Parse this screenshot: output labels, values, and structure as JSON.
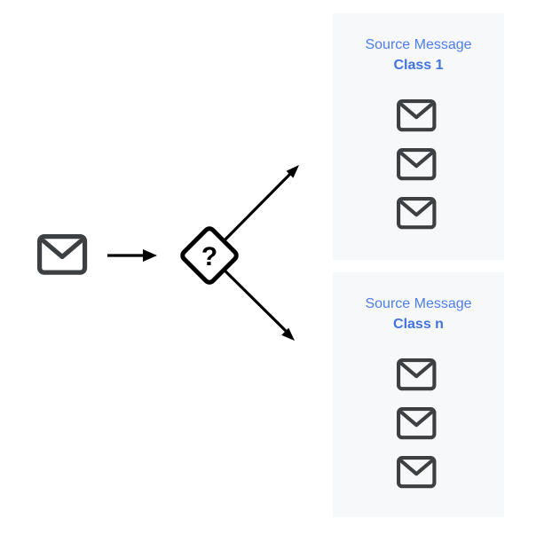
{
  "diagram": {
    "description": "Mail classification flow: an incoming message passes through a decision node into message classes",
    "classifier_label": "?",
    "colors": {
      "envelope": "#3c4043",
      "arrow": "#000000",
      "diamond_stroke": "#000000",
      "diamond_fill": "#ffffff",
      "panel_background": "#f7f8fa",
      "title_text": "#4d7de9",
      "class_text": "#4273e0"
    }
  },
  "panels": [
    {
      "title": "Source Message",
      "class_label": "Class 1",
      "message_count": 3
    },
    {
      "title": "Source Message",
      "class_label": "Class n",
      "message_count": 3
    }
  ]
}
